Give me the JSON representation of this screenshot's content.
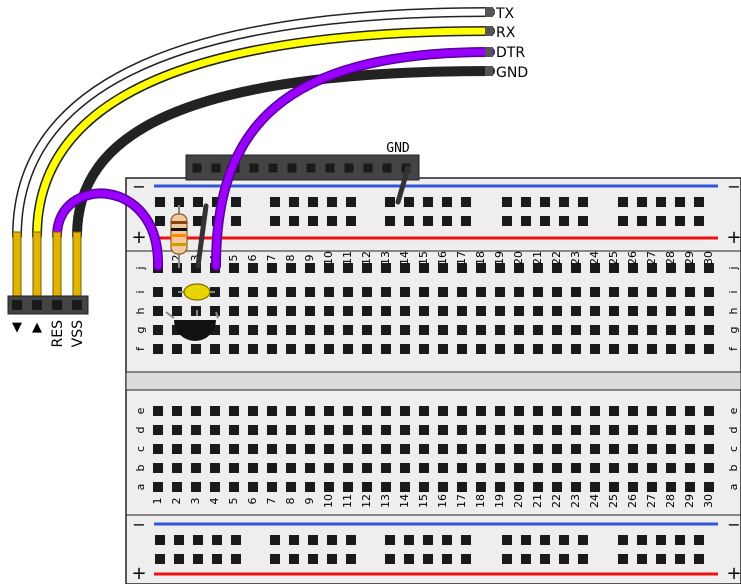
{
  "wire_labels": [
    "TX",
    "RX",
    "DTR",
    "GND"
  ],
  "header": {
    "label": "GND"
  },
  "rail_signs": {
    "minus": "−",
    "plus": "+"
  },
  "rows_top": [
    "j",
    "i",
    "h",
    "g",
    "f"
  ],
  "rows_bottom": [
    "e",
    "d",
    "c",
    "b",
    "a"
  ],
  "columns": [
    "1",
    "2",
    "3",
    "4",
    "5",
    "6",
    "7",
    "8",
    "9",
    "10",
    "11",
    "12",
    "13",
    "14",
    "15",
    "16",
    "17",
    "18",
    "19",
    "20",
    "21",
    "22",
    "23",
    "24",
    "25",
    "26",
    "27",
    "28",
    "29",
    "30"
  ],
  "connector": {
    "reset_label": "RES",
    "vss_label": "VSS",
    "arrow_down": "▼",
    "arrow_up": "▲"
  },
  "colors": {
    "tx_wire": "#ffffff",
    "rx_wire": "#ffff00",
    "dtr_wire": "#9900ff",
    "gnd_wire": "#222222",
    "rail_blue": "#3355dd",
    "rail_red": "#ee1111",
    "hole": "#1a1a1a",
    "board_face": "#eeeeee"
  }
}
